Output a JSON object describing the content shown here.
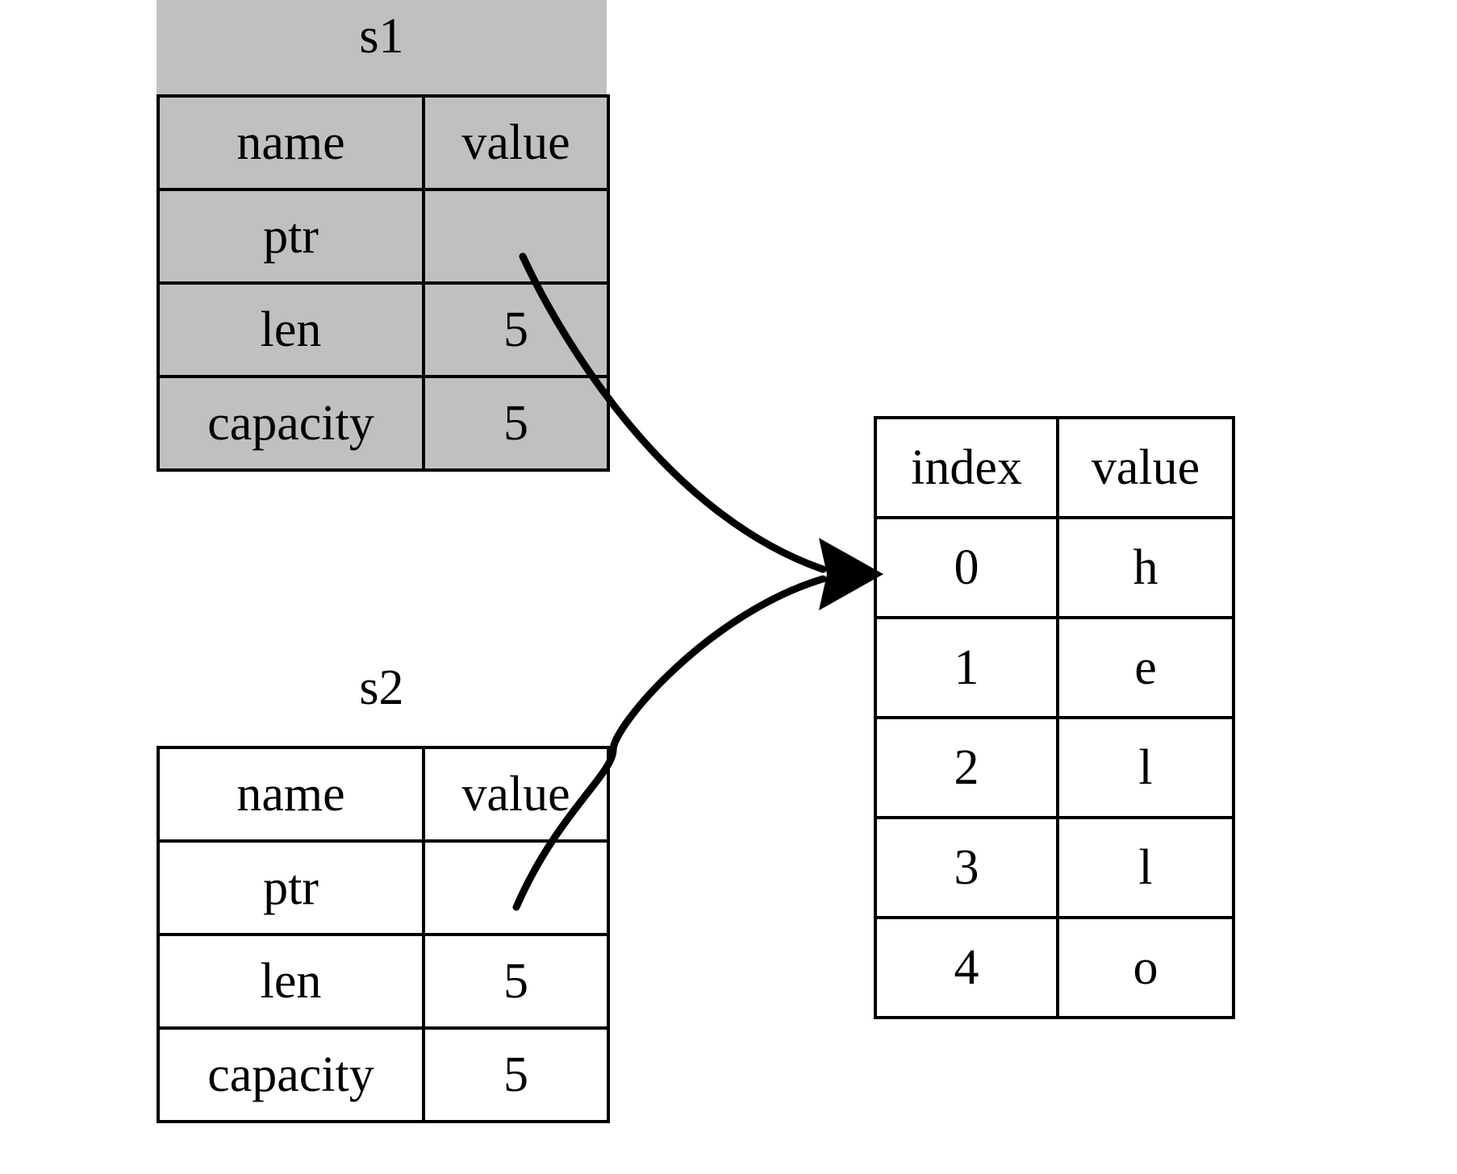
{
  "diagram": {
    "title_hidden": "",
    "background_color": "#ffffff",
    "shaded_color": "#c0c0c0",
    "line_color": "#000000"
  },
  "s1": {
    "label": "s1",
    "shaded": true,
    "headers": {
      "name": "name",
      "value": "value"
    },
    "rows": [
      {
        "name": "ptr",
        "value": ""
      },
      {
        "name": "len",
        "value": "5"
      },
      {
        "name": "capacity",
        "value": "5"
      }
    ]
  },
  "s2": {
    "label": "s2",
    "shaded": false,
    "headers": {
      "name": "name",
      "value": "value"
    },
    "rows": [
      {
        "name": "ptr",
        "value": ""
      },
      {
        "name": "len",
        "value": "5"
      },
      {
        "name": "capacity",
        "value": "5"
      }
    ]
  },
  "heap": {
    "headers": {
      "index": "index",
      "value": "value"
    },
    "rows": [
      {
        "index": "0",
        "value": "h"
      },
      {
        "index": "1",
        "value": "e"
      },
      {
        "index": "2",
        "value": "l"
      },
      {
        "index": "3",
        "value": "l"
      },
      {
        "index": "4",
        "value": "o"
      }
    ]
  },
  "arrows": [
    {
      "name": "s1-ptr-to-heap",
      "from": "s1.ptr",
      "to": "heap.row0"
    },
    {
      "name": "s2-ptr-to-heap",
      "from": "s2.ptr",
      "to": "heap.row0"
    }
  ]
}
